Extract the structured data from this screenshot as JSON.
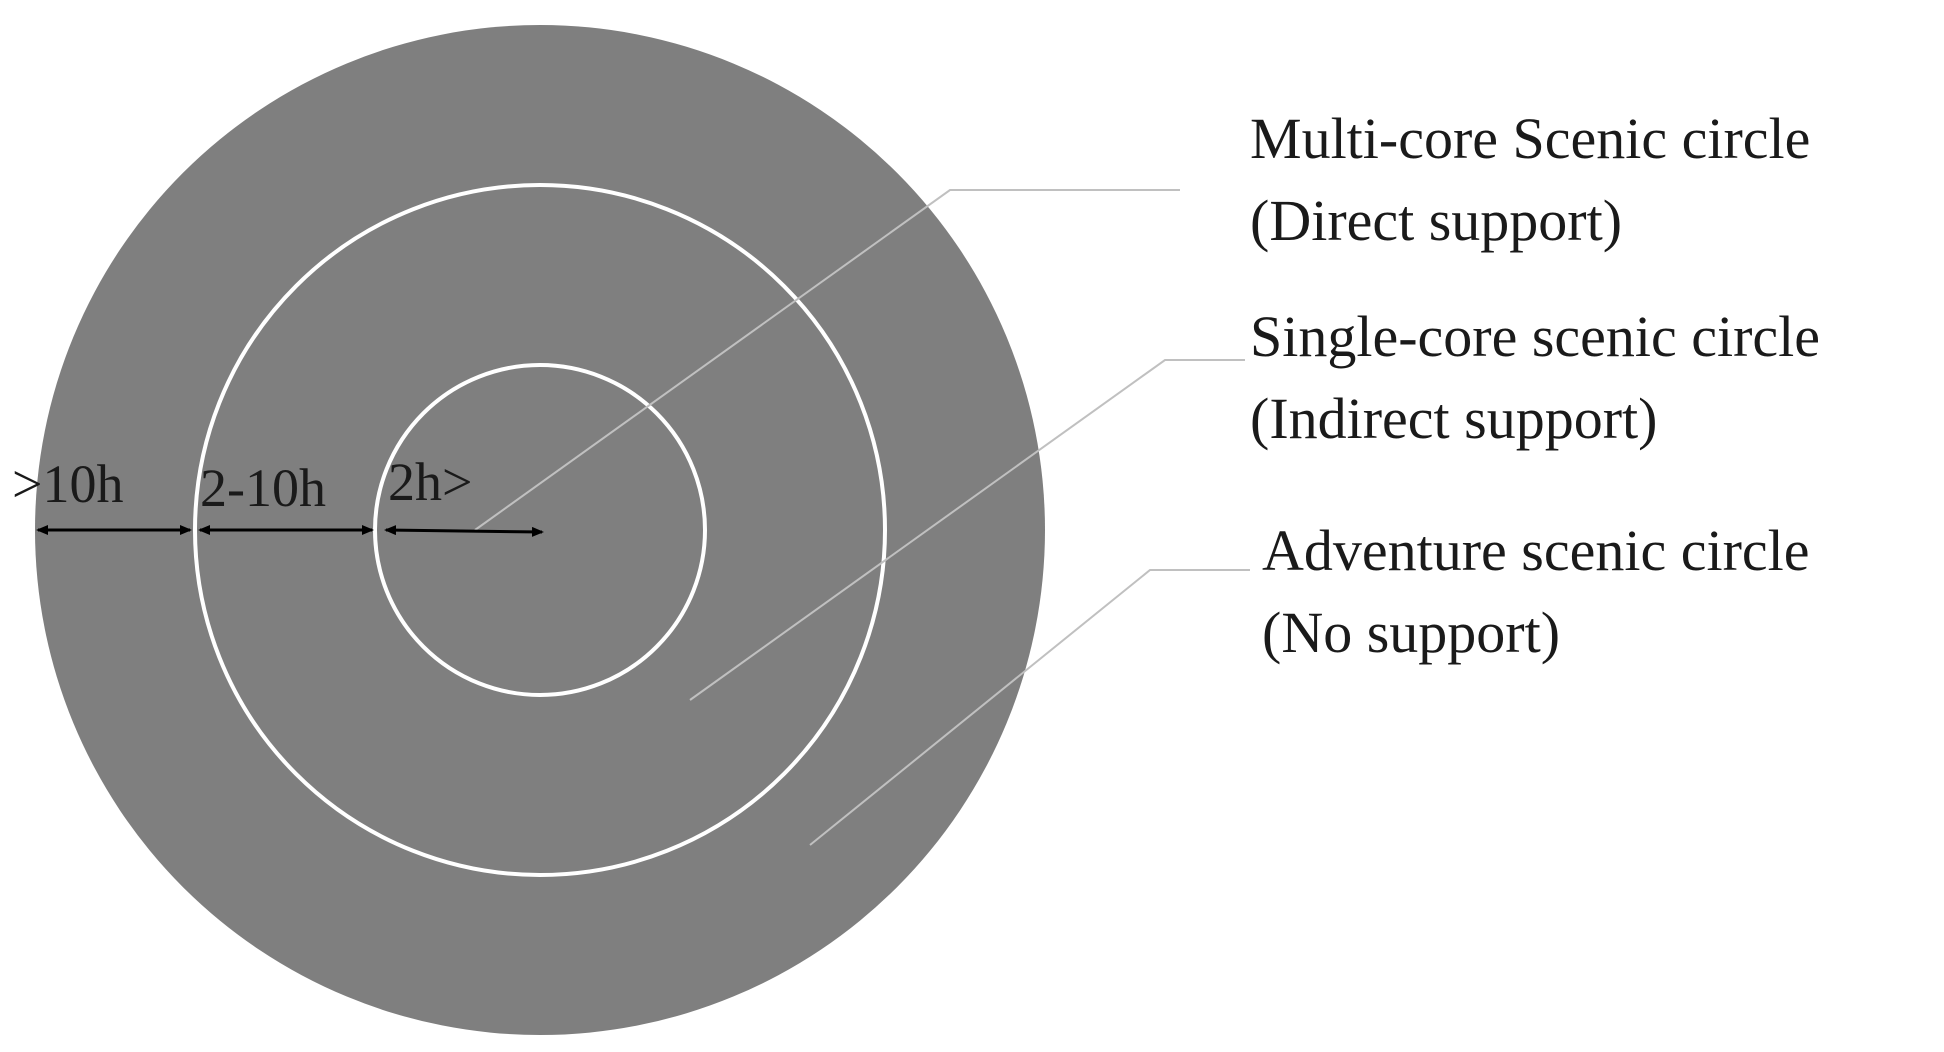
{
  "colors": {
    "background": "#ffffff",
    "zone_fill": "#7f7f7f",
    "ring_stroke": "#ffffff",
    "leader_line": "#c0c0c0",
    "arrow": "#000000",
    "text": "#1a1a1a"
  },
  "legend": [
    {
      "title": "Multi-core Scenic circle",
      "subtitle": "(Direct support)"
    },
    {
      "title": "Single-core scenic circle",
      "subtitle": "(Indirect support)"
    },
    {
      "title": "Adventure scenic circle",
      "subtitle": "(No support)"
    }
  ],
  "distances": {
    "outer": ">10h",
    "middle": "2-10h",
    "inner": "2h>"
  }
}
